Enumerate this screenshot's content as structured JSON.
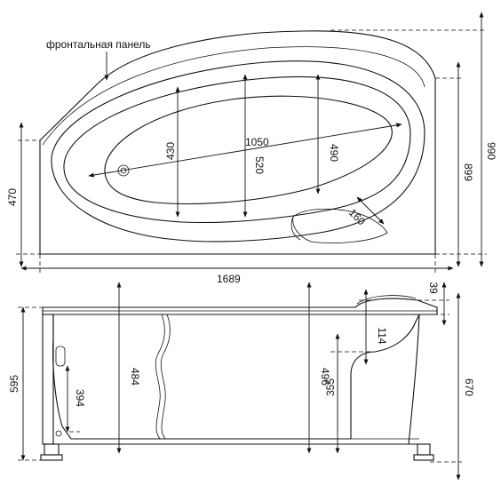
{
  "labels": {
    "front_panel": "фронтальная панель",
    "overall_length": "1689",
    "overall_depth": "990",
    "side_depth": "899",
    "left_side": "470",
    "basin_length": "1050",
    "basin_width_left": "430",
    "basin_width_mid": "520",
    "basin_width_right": "490",
    "corner_radius": "160",
    "side_total_height": "595",
    "drain_height": "394",
    "inner_depth_left": "484",
    "inner_depth_mid": "496",
    "seat_height": "355",
    "headrest_height": "114",
    "rim_thickness": "39",
    "right_total_height": "670"
  }
}
